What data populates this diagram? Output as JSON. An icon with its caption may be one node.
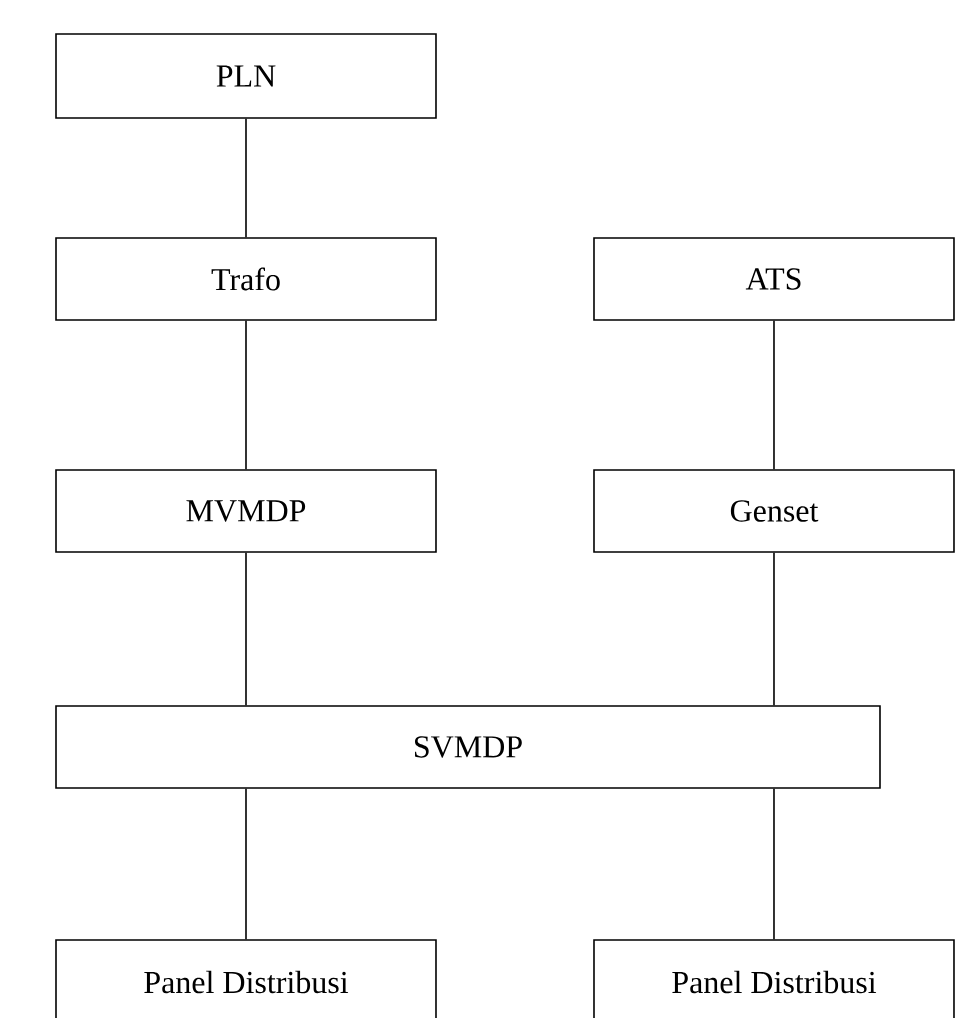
{
  "diagram": {
    "nodes": [
      {
        "text": [
          "PLN"
        ]
      },
      {
        "text": [
          "Trafo"
        ]
      },
      {
        "text": [
          "ATS"
        ]
      },
      {
        "text": [
          "MVMDP"
        ]
      },
      {
        "text": [
          "Genset"
        ]
      },
      {
        "text": [
          "SVMDP"
        ]
      },
      {
        "text": [
          "Panel Distribusi"
        ]
      },
      {
        "text": [
          "Panel Distribusi"
        ]
      }
    ],
    "edges": [
      {
        "from": 0,
        "to": 1,
        "arrow": "none"
      },
      {
        "from": 1,
        "to": 3,
        "arrow": "none"
      },
      {
        "from": 2,
        "to": 4,
        "arrow": "none"
      },
      {
        "from": 3,
        "to": 5,
        "arrow": "none"
      },
      {
        "from": 4,
        "to": 5,
        "arrow": "none"
      },
      {
        "from": 5,
        "to": 6,
        "arrow": "none"
      },
      {
        "from": 5,
        "to": 7,
        "arrow": "none"
      }
    ]
  }
}
